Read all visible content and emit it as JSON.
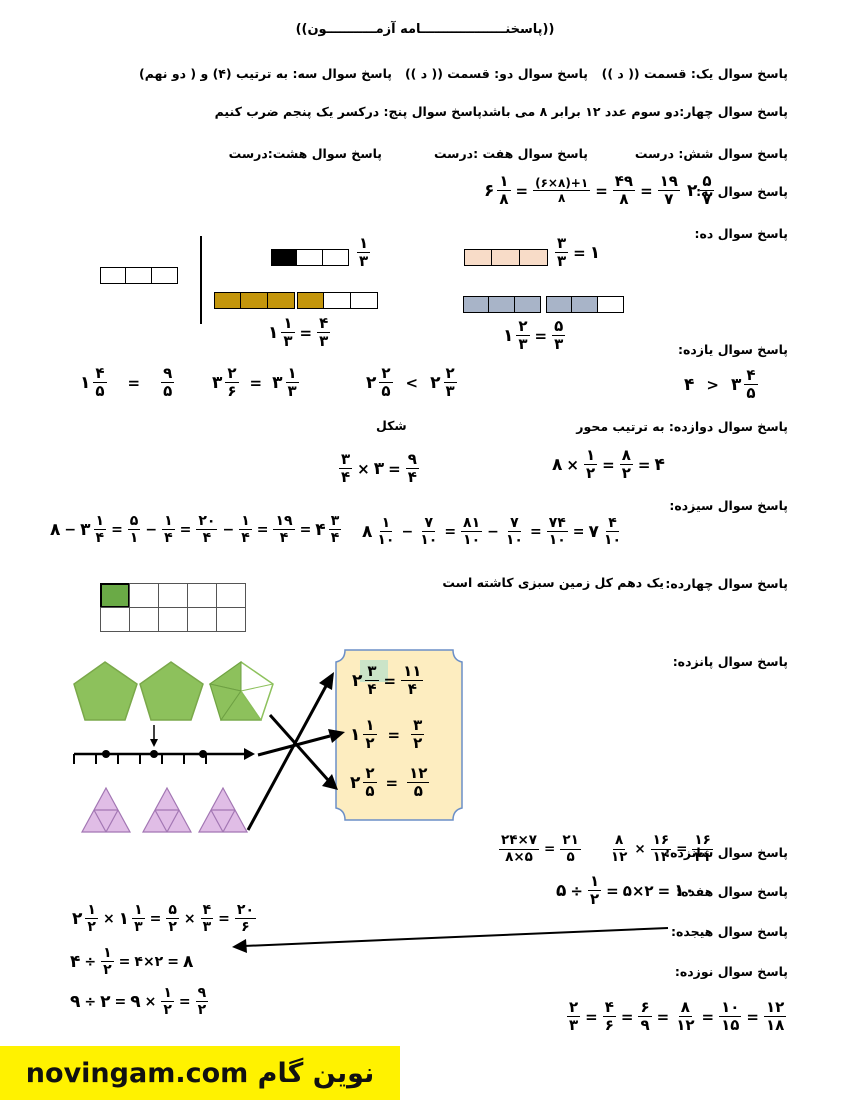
{
  "title": "((پاسخنـــــــــــــــــــامه آزمـــــــــــون))",
  "answers": {
    "a1": "پاسخ سوال یک: قسمت (( د ))",
    "a2": "پاسخ سوال دو: قسمت (( د ))",
    "a3": "پاسخ سوال سه: به ترتیب (۴) و ( دو نهم)",
    "a4": "پاسخ سوال چهار:دو سوم عدد ۱۲ برابر ۸ می باشد",
    "a5": "پاسخ سوال پنج: درکسر یک پنجم ضرب کنیم",
    "a6": "پاسخ سوال شش: درست",
    "a7": "پاسخ سوال هفت :درست",
    "a8": "پاسخ سوال هشت:درست",
    "a9": "پاسخ سوال نه:",
    "a10": "پاسخ سوال د‌ه:",
    "a11": "پاسخ سوال یازده:",
    "a12": "پاسخ سوال دوازده: به ترتیب محور",
    "a12_shape": "شکل",
    "a13": "پاسخ سوال سیزده:",
    "a14_label": "پاسخ سوال چهارده:",
    "a14_text": "یک دهم کل زمین سبزی کاشته است",
    "a15": "پاسخ سوال پانزده:",
    "a16": "پاسخ سوال شانزده:",
    "a17": "پاسخ سوال هفده:",
    "a18": "پاسخ سوال هیجده:",
    "a19": "پاسخ سوال نوزده:"
  },
  "math": {
    "q9": {
      "w1": "۶",
      "n1": "۱",
      "d1": "۸",
      "n2": "(۶×۸)+۱",
      "d2": "۸",
      "n3": "۴۹",
      "d3": "۸",
      "n4": "۱۹",
      "d4": "۷",
      "w5": "۲",
      "n5": "۵",
      "d5": "۷"
    },
    "q10": {
      "f1n": "۱",
      "f1d": "۳",
      "f2n": "۳",
      "f2d": "۳",
      "f2r": "۱",
      "m1w": "۱",
      "m1n": "۱",
      "m1d": "۳",
      "m2n": "۴",
      "m2d": "۳",
      "m3w": "۱",
      "m3n": "۲",
      "m3d": "۳",
      "m4n": "۵",
      "m4d": "۳"
    },
    "q11": {
      "e1": {
        "w": "۱",
        "n": "۴",
        "d": "۵",
        "op": "=",
        "n2": "۹",
        "d2": "۵"
      },
      "e2": {
        "w": "۳",
        "n": "۲",
        "d": "۶",
        "op": "=",
        "w2": "۳",
        "n2": "۱",
        "d2": "۳"
      },
      "e3": {
        "w": "۲",
        "n": "۲",
        "d": "۵",
        "op": "<",
        "w2": "۲",
        "n2": "۲",
        "d2": "۳"
      },
      "e4": {
        "a": "۴",
        "op": ">",
        "w2": "۳",
        "n2": "۴",
        "d2": "۵"
      }
    },
    "q12": {
      "a": "۸",
      "b_n": "۱",
      "b_d": "۲",
      "c_n": "۸",
      "c_d": "۲",
      "r": "۴",
      "e_n": "۳",
      "e_d": "۴",
      "e_m": "۳",
      "e_rn": "۹",
      "e_rd": "۴"
    },
    "q13": {
      "left": {
        "a": "۸",
        "w": "۳",
        "n1": "۱",
        "d1": "۴",
        "n2": "۵",
        "d2": "۱",
        "n3": "۱",
        "d3": "۴",
        "n4": "۲۰",
        "d4": "۴",
        "n5": "۱",
        "d5": "۴",
        "n6": "۱۹",
        "d6": "۴",
        "w7": "۴",
        "n7": "۳",
        "d7": "۴"
      },
      "right": {
        "w": "۸",
        "n1": "۱",
        "d1": "۱۰",
        "n2": "۷",
        "d2": "۱۰",
        "n3": "۸۱",
        "d3": "۱۰",
        "n4": "۷",
        "d4": "۱۰",
        "n5": "۷۴",
        "d5": "۱۰",
        "w6": "۷",
        "n6": "۴",
        "d6": "۱۰"
      }
    },
    "q15": {
      "r1": {
        "w": "۲",
        "n": "۳",
        "d": "۴",
        "n2": "۱۱",
        "d2": "۴"
      },
      "r2": {
        "w": "۱",
        "n": "۱",
        "d": "۲",
        "n2": "۳",
        "d2": "۲"
      },
      "r3": {
        "w": "۲",
        "n": "۲",
        "d": "۵",
        "n2": "۱۲",
        "d2": "۵"
      }
    },
    "q16": {
      "n1": "۲۴×۷",
      "d1": "۸×۵",
      "n2": "۲۱",
      "d2": "۵",
      "n3": "۸",
      "d3": "۱۲",
      "n4": "۱۶",
      "d4": "۱۴",
      "n5": "۱۶",
      "d5": "۲۱"
    },
    "q17": {
      "a": "۵",
      "n": "۱",
      "d": "۲",
      "b": "۵×۲",
      "r": "۱۰"
    },
    "q18": {
      "l1": {
        "w1": "۲",
        "n1": "۱",
        "d1": "۲",
        "w2": "۱",
        "n2": "۱",
        "d2": "۳",
        "n3": "۵",
        "d3": "۲",
        "n4": "۴",
        "d4": "۳",
        "n5": "۲۰",
        "d5": "۶"
      },
      "l2": {
        "a": "۴",
        "n": "۱",
        "d": "۲",
        "b": "۴×۲",
        "r": "۸"
      },
      "l3": {
        "a": "۹",
        "b": "۲",
        "c": "۹",
        "n": "۱",
        "d": "۲",
        "rn": "۹",
        "rd": "۲"
      }
    },
    "q19": {
      "pairs": [
        [
          "۲",
          "۳"
        ],
        [
          "۴",
          "۶"
        ],
        [
          "۶",
          "۹"
        ],
        [
          "۸",
          "۱۲"
        ],
        [
          "۱۰",
          "۱۵"
        ],
        [
          "۱۲",
          "۱۸"
        ]
      ]
    }
  },
  "colors": {
    "pink": "#f8dcc8",
    "gray": "#a8b4c8",
    "gold": "#c4960c",
    "green": "#8dc15c",
    "purple": "#e0bde6",
    "panel": "#fdedc0",
    "panelBorder": "#6b8fc7",
    "footer": "#fff200"
  },
  "footer": {
    "brand": "novingam.com نوین گام"
  }
}
